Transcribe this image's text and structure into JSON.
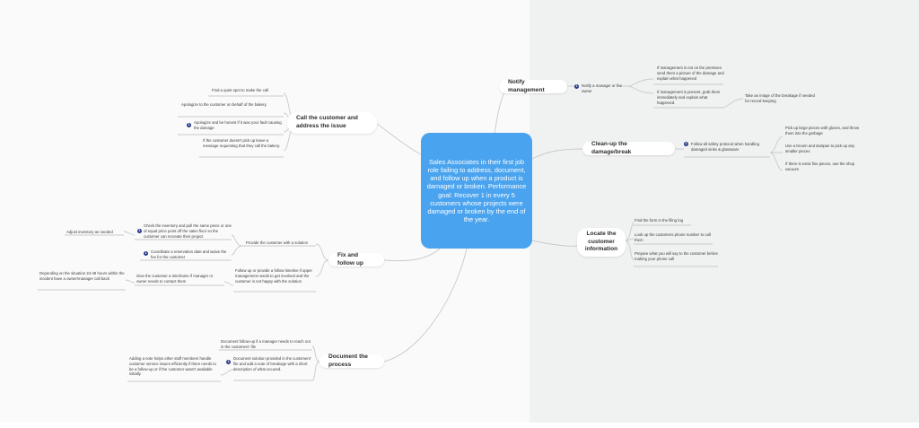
{
  "colors": {
    "root": "#4aa3ee",
    "line": "#c6cacd",
    "badge": "#283a8a",
    "background": "#f0f1f1"
  },
  "root": "Sales Associates in their first job role failing to address, document, and follow up when a product is damaged or broken. Performance goal: Recover 1 in every 5 customers whose projects were damaged or broken by the end of the year.",
  "badge_number": "1",
  "topics": {
    "notify": "Notify management",
    "cleanup": "Clean-up the damage/break",
    "locate": "Locate the customer information",
    "call": "Call the customer and address the issue",
    "fix": "Fix and follow up",
    "document": "Document the process"
  },
  "notify": {
    "sub": "Notify a manager or the owner",
    "leaf1": "If management is not on the premises send them a picture of the damage and explain what happened",
    "leaf2": "If management is present, grab them immediately and explain what happened.",
    "leaf2_child": "Take an image of the breakage if needed for record keeping"
  },
  "cleanup": {
    "sub": "Follow all safety protocol when handling damaged sinks & glassware",
    "leaf1": "Pick up large pieces with gloves, and throw them into the garbage",
    "leaf2": "Use a broom and dustpan to pick up any smaller pieces",
    "leaf3": "If there is extra fine pieces,  use the shop vacuum"
  },
  "locate": {
    "leaf1": "Find the form in the filing log",
    "leaf2": "Look up the customers phone number to call them",
    "leaf3": "Prepare what you will say to the customer before making your phone call"
  },
  "call": {
    "leaf1": "Find a quiet spot to make the call",
    "leaf2": "Apologize to the customer on behalf of the bakery.",
    "leaf3": "Apologize and be honest if it was your fault causing the damage",
    "leaf4": "If the customer doesn't pick up leave a message requesting that they call the bakery."
  },
  "fix": {
    "sub1": "Provide the customer with a solution",
    "sub1_leaf1": "Check the inventory and pull the same piece or one of equal price point off the sales floor so the customer can recreate their project",
    "sub1_leaf1_child": "Adjust inventory as needed",
    "sub1_leaf2": "Coordinate a reservation date and waive the fee for the customer",
    "sub2": "Follow up or provide a follow timeline if upper management needs to get involved and the customer is not happy with the solution",
    "sub2_leaf1": "Give the customer a timeframe if manager or owner needs to contact them",
    "sub2_leaf1_child": "Depending on the situation 24-48 hours within the incident have a owner/manager call back"
  },
  "document": {
    "leaf1": "Document follow-up if a manager needs to reach out in the customers' file",
    "leaf2": "Document solution provided in the customers' file  and add a note of breakage with a short description of what occured.",
    "leaf2_child": "Adding a note helps other staff members handle customer service issues efficiently if there needs to be a follow-up or if the customer wasn't available initially"
  }
}
